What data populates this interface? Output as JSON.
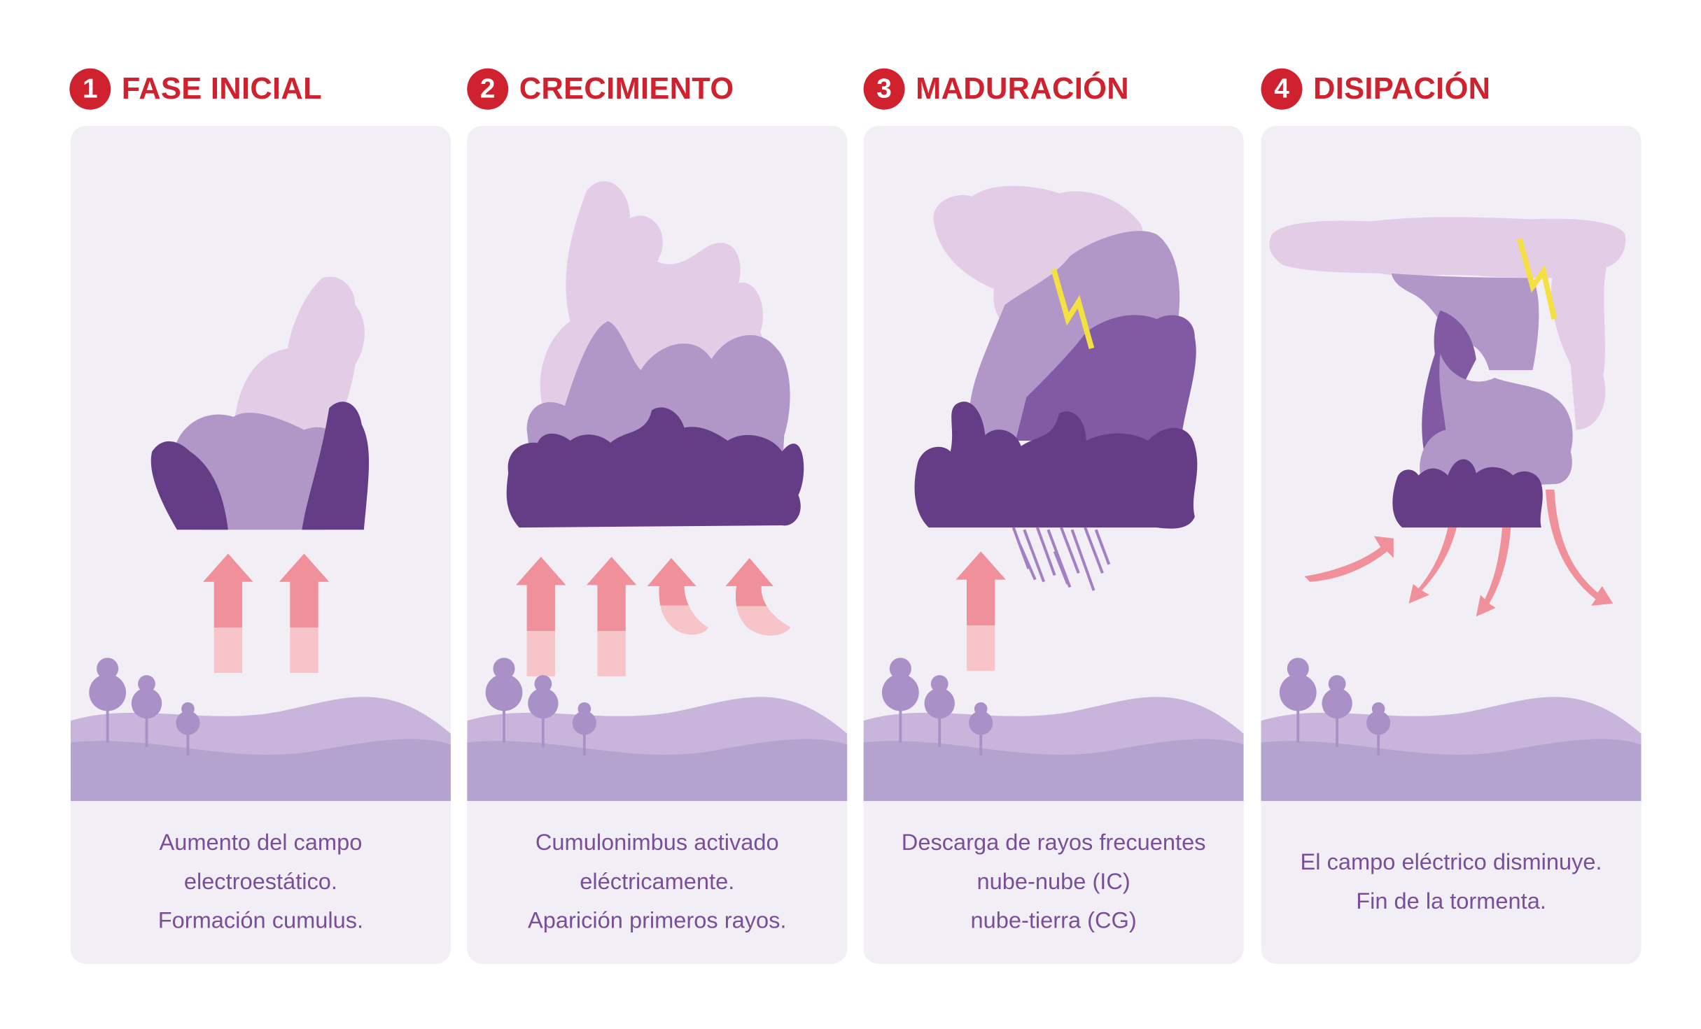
{
  "colors": {
    "accent_red": "#d0222e",
    "panel_bg": "#f2eef5",
    "cloud_dark": "#653d86",
    "cloud_mid": "#b196c8",
    "cloud_deep": "#815aa3",
    "cloud_light": "#e3cde6",
    "arrow": "#f0909a",
    "arrow_light": "#f7c4ca",
    "lightning": "#f5e042",
    "rain": "#a380c4",
    "hill_light": "#c9b5dc",
    "hill_dark": "#b4a2cf",
    "tree": "#a990c6",
    "caption_text": "#7a4f9a"
  },
  "stages": [
    {
      "number": "1",
      "title": "FASE INICIAL",
      "caption": [
        "Aumento del campo",
        "electroestático.",
        "Formación cumulus."
      ]
    },
    {
      "number": "2",
      "title": "CRECIMIENTO",
      "caption": [
        "Cumulonimbus activado",
        "eléctricamente.",
        "Aparición primeros rayos."
      ]
    },
    {
      "number": "3",
      "title": "MADURACIÓN",
      "caption": [
        "Descarga de rayos frecuentes",
        "nube-nube (IC)",
        "nube-tierra (CG)"
      ]
    },
    {
      "number": "4",
      "title": "DISIPACIÓN",
      "caption": [
        "El campo eléctrico disminuye.",
        "Fin de la tormenta."
      ]
    }
  ]
}
